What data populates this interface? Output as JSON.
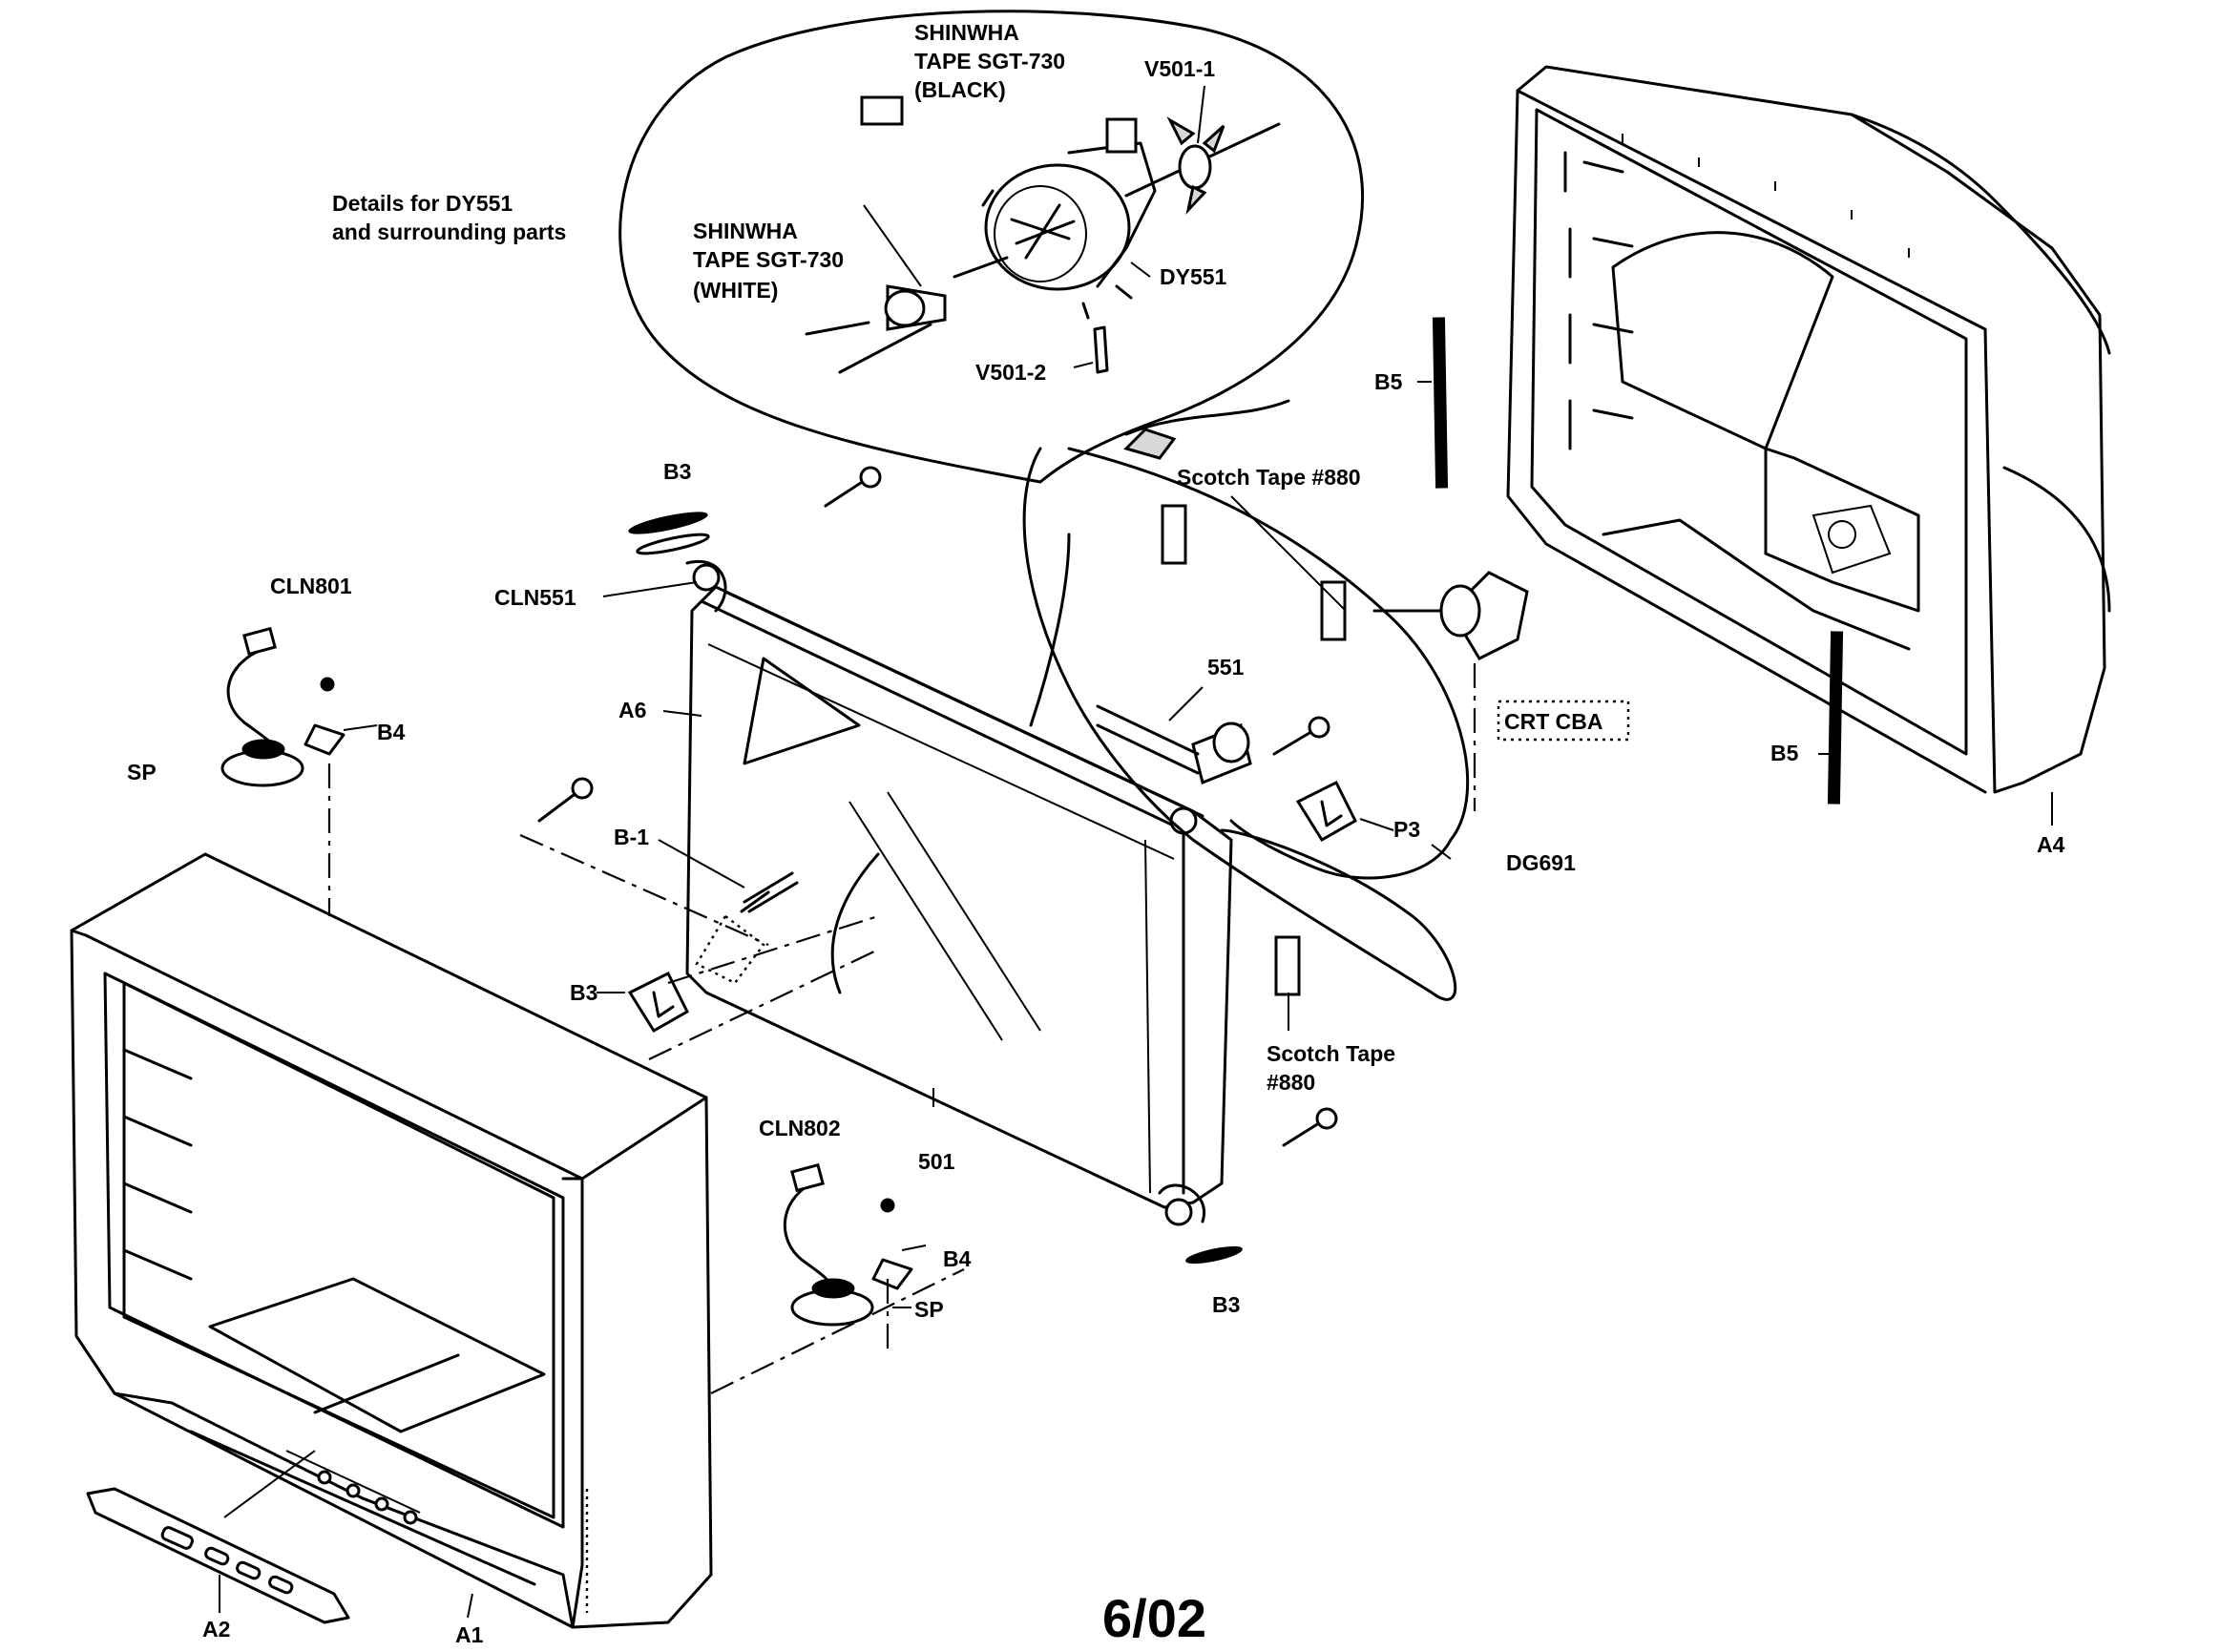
{
  "labels": {
    "shinwha_black_1": "SHINWHA",
    "shinwha_black_2": "TAPE SGT-730",
    "shinwha_black_3": "(BLACK)",
    "v501_1": "V501-1",
    "details_1": "Details for DY551",
    "details_2": "and surrounding parts",
    "shinwha_white_1": "SHINWHA",
    "shinwha_white_2": "TAPE SGT-730",
    "shinwha_white_3": "(WHITE)",
    "dy551": "DY551",
    "v501_2": "V501-2",
    "b5_top": "B5",
    "b3_top": "B3",
    "scotch_top": "Scotch Tape #880",
    "cln801": "CLN801",
    "cln551": "CLN551",
    "a6": "A6",
    "b4_left": "B4",
    "sp_left": "SP",
    "n551": "551",
    "crt_cba": "CRT CBA",
    "b5_bottom": "B5",
    "b1": "B-1",
    "p3": "P3",
    "dg691": "DG691",
    "a4": "A4",
    "b3_mid": "B3",
    "scotch_bottom_1": "Scotch Tape",
    "scotch_bottom_2": "#880",
    "cln802": "CLN802",
    "n501": "501",
    "b4_right": "B4",
    "sp_right": "SP",
    "b3_bottom": "B3",
    "a2": "A2",
    "a1": "A1",
    "date": "6/02"
  }
}
